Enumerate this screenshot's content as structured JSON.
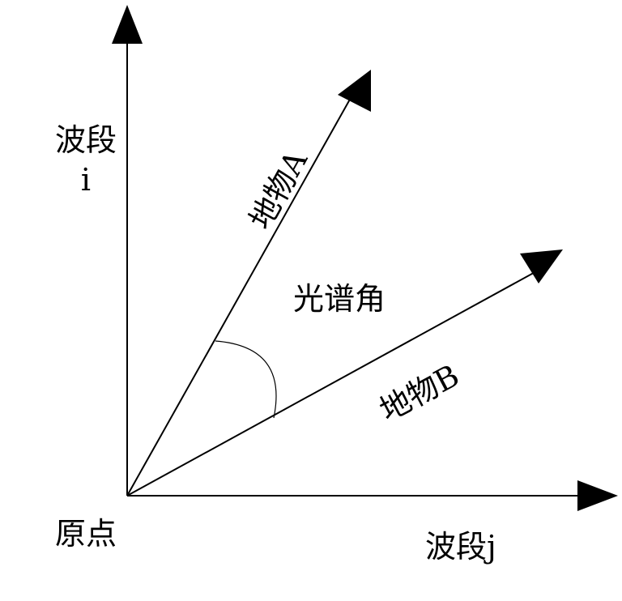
{
  "labels": {
    "axis_i_top": "波段",
    "axis_i_bottom": "i",
    "axis_j": "波段j",
    "origin": "原点",
    "object_a": "地物A",
    "object_b": "地物B",
    "angle": "光谱角"
  }
}
